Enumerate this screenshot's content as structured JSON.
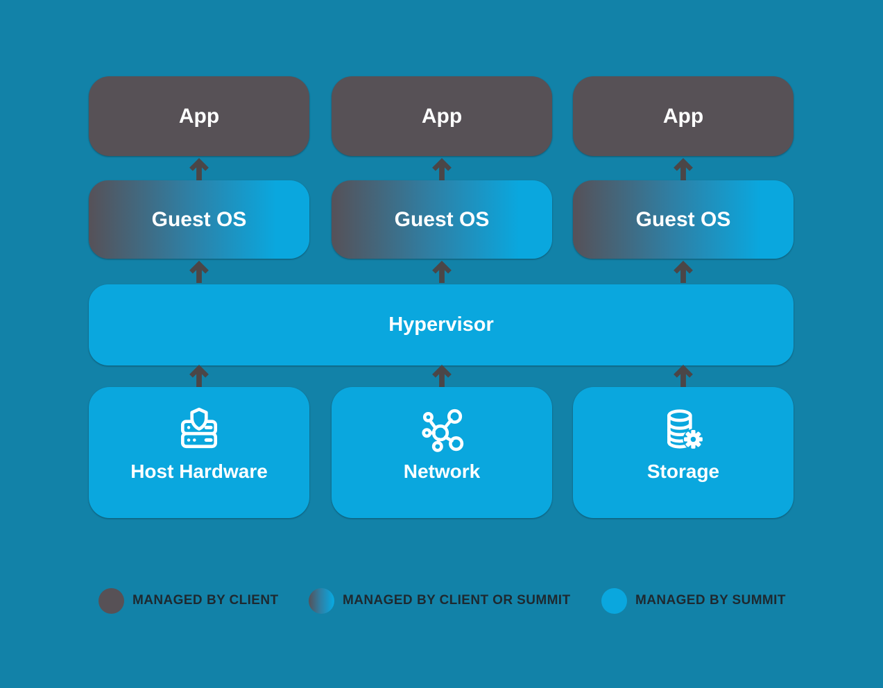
{
  "diagram": {
    "columns": [
      {
        "app": "App",
        "guest_os": "Guest OS"
      },
      {
        "app": "App",
        "guest_os": "Guest OS"
      },
      {
        "app": "App",
        "guest_os": "Guest OS"
      }
    ],
    "hypervisor": "Hypervisor",
    "infrastructure": [
      {
        "label": "Host Hardware",
        "icon": "server-shield-icon"
      },
      {
        "label": "Network",
        "icon": "network-nodes-icon"
      },
      {
        "label": "Storage",
        "icon": "database-gear-icon"
      }
    ]
  },
  "legend": {
    "items": [
      {
        "prefix": "MANAGED",
        "label": "BY CLIENT",
        "swatch": "client"
      },
      {
        "prefix": "MANAGED",
        "label": "BY CLIENT OR SUMMIT",
        "swatch": "client-or-summit"
      },
      {
        "prefix": "MANAGED",
        "label": "BY SUMMIT",
        "swatch": "summit"
      }
    ]
  },
  "colors": {
    "background": "#1282A8",
    "client_dark": "#575156",
    "summit_blue": "#0AA7DE",
    "gradient_start": "#565158",
    "gradient_end": "#0AA7DE",
    "arrow": "#4B4647",
    "legend_text": "#1E2930",
    "box_text": "#FFFFFF"
  }
}
